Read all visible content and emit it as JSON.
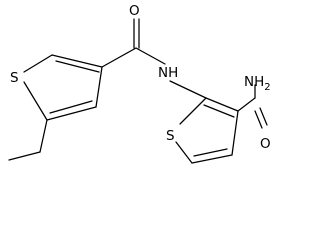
{
  "molecule": {
    "atoms": {
      "ring1_s": "S",
      "amide1_o": "O",
      "amide_nh": "NH",
      "ring2_s": "S",
      "amide2_nh2": "NH",
      "amide2_nh2_sub": "2",
      "amide2_o": "O"
    }
  },
  "colors": {
    "bond": "#000000",
    "label": "#000000",
    "background": "#ffffff"
  }
}
